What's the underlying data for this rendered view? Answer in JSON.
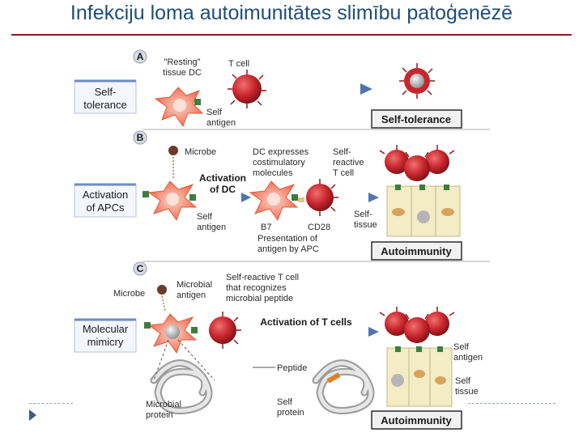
{
  "title": "Infekciju loma autoimunitātes slimību patoģenēzē",
  "panels": {
    "a": {
      "letter": "A",
      "side_label": [
        "Self-",
        "tolerance"
      ],
      "dc_label": [
        "\"Resting\"",
        "tissue DC"
      ],
      "tcell_label": "T cell",
      "antigen_label": [
        "Self",
        "antigen"
      ],
      "outcome": "Self-tolerance"
    },
    "b": {
      "letter": "B",
      "side_label": [
        "Activation",
        "of APCs"
      ],
      "microbe_label": "Microbe",
      "step_label": [
        "Activation",
        "of DC"
      ],
      "dc_expresses_label": [
        "DC expresses",
        "costimulatory",
        "molecules"
      ],
      "self_reactive_label": [
        "Self-",
        "reactive",
        "T cell"
      ],
      "antigen_label": [
        "Self",
        "antigen"
      ],
      "b7_label": "B7",
      "cd28_label": "CD28",
      "presentation_label": [
        "Presentation of",
        "antigen by APC"
      ],
      "tissue_label": [
        "Self-",
        "tissue"
      ],
      "outcome": "Autoimmunity"
    },
    "c": {
      "letter": "C",
      "side_label": [
        "Molecular",
        "mimicry"
      ],
      "microbe_label": "Microbe",
      "microbial_antigen_label": [
        "Microbial",
        "antigen"
      ],
      "recognizes_label": [
        "Self-reactive T cell",
        "that recognizes",
        "microbial peptide"
      ],
      "step_label": "Activation of T cells",
      "peptide_label": "Peptide",
      "microbial_protein_label": [
        "Microbial",
        "protein"
      ],
      "self_protein_label": [
        "Self",
        "protein"
      ],
      "self_antigen_label": [
        "Self",
        "antigen"
      ],
      "self_tissue_label": [
        "Self",
        "tissue"
      ],
      "outcome": "Autoimmunity"
    }
  },
  "colors": {
    "title": "#1f4e79",
    "title_rule": "#8b1c1c",
    "tcell": "#c8262d",
    "dc": "#f4826a",
    "arrow": "#5b7fb5",
    "box_border": "#2b2b2b",
    "tissue": "#f3ecc4"
  }
}
